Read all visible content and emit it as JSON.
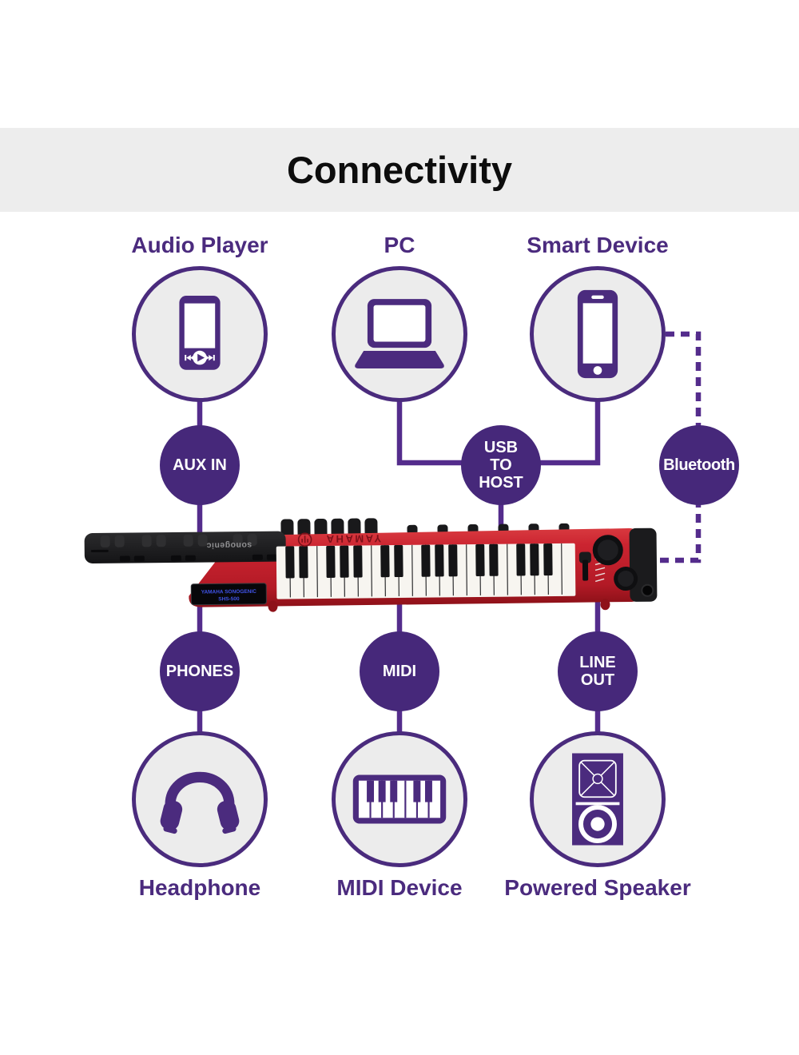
{
  "title": "Connectivity",
  "colors": {
    "purple_icon": "#4B2B7E",
    "port_circle_fill": "#46287A",
    "connector_line": "#542C8C",
    "device_circle_fill": "#ECECEC",
    "title_band_bg": "#EDEDED",
    "keytar_red": "#C32330",
    "keytar_display_text": "#4053E8"
  },
  "devices_top": [
    {
      "label": "Audio Player",
      "icon": "audio-player-icon"
    },
    {
      "label": "PC",
      "icon": "laptop-icon"
    },
    {
      "label": "Smart Device",
      "icon": "smartphone-icon"
    }
  ],
  "ports": {
    "aux_in": {
      "lines": [
        "AUX IN"
      ]
    },
    "usb_to_host": {
      "lines": [
        "USB",
        "TO",
        "HOST"
      ]
    },
    "bluetooth": {
      "lines": [
        "Bluetooth"
      ]
    },
    "phones": {
      "lines": [
        "PHONES"
      ]
    },
    "midi": {
      "lines": [
        "MIDI"
      ]
    },
    "line_out": {
      "lines": [
        "LINE",
        "OUT"
      ]
    }
  },
  "devices_bottom": [
    {
      "label": "Headphone",
      "icon": "headphone-icon"
    },
    {
      "label": "MIDI Device",
      "icon": "midi-keyboard-icon"
    },
    {
      "label": "Powered Speaker",
      "icon": "powered-speaker-icon"
    }
  ],
  "keytar": {
    "brand": "YAMAHA",
    "series": "sonogenic",
    "display_line1": "YAMAHA SONOGENIC",
    "display_line2": "SHS-500"
  }
}
